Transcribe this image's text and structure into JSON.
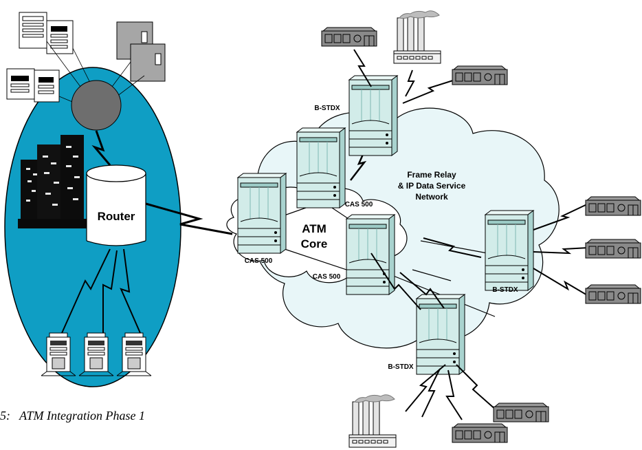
{
  "caption": "5:   ATM Integration Phase 1",
  "router_label": "Router",
  "atm_core": {
    "line1": "ATM",
    "line2": "Core"
  },
  "frame_relay": {
    "line1": "Frame Relay",
    "line2": "& IP Data Service",
    "line3": "Network"
  },
  "switch_labels": {
    "bstdx_top": "B-STDX",
    "cas_left": "CAS 500",
    "cas_mid": "CAS 500",
    "cas_low": "CAS 500",
    "bstdx_right": "B-STDX",
    "bstdx_bottom": "B-STDX"
  },
  "colors": {
    "campus_blue": "#0f9ec4",
    "cloud_fill": "#e8f6f8",
    "switch_fill": "#d2ece9",
    "building_gray": "#8a8a8a",
    "hub_gray": "#6e6e6e"
  }
}
